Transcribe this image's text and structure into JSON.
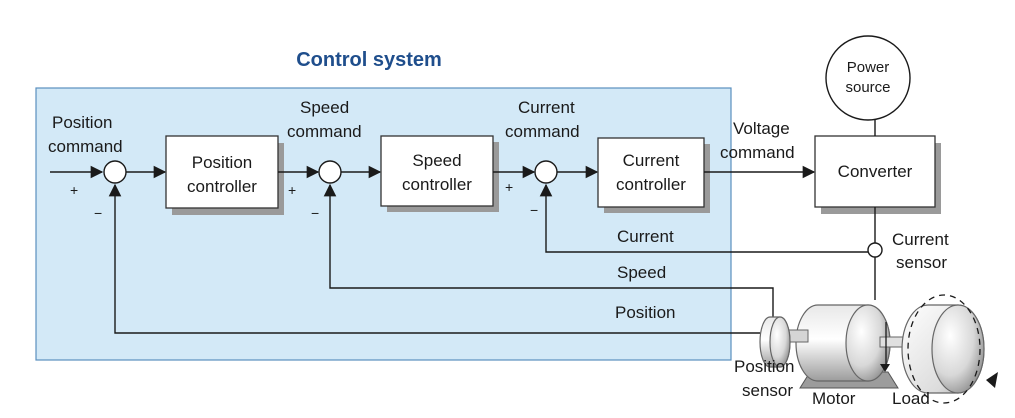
{
  "title": "Control system",
  "colors": {
    "panel_fill": "#d3e9f7",
    "panel_border": "#5a8fbf",
    "title": "#1f4e8c"
  },
  "labels": {
    "position_command": [
      "Position",
      "command"
    ],
    "speed_command": [
      "Speed",
      "command"
    ],
    "current_command": [
      "Current",
      "command"
    ],
    "voltage_command": [
      "Voltage",
      "command"
    ],
    "current_feedback": "Current",
    "speed_feedback": "Speed",
    "position_feedback": "Position",
    "current_sensor": [
      "Current",
      "sensor"
    ],
    "position_sensor": [
      "Position",
      "sensor"
    ],
    "motor": "Motor",
    "load": "Load"
  },
  "blocks": {
    "position_controller": [
      "Position",
      "controller"
    ],
    "speed_controller": [
      "Speed",
      "controller"
    ],
    "current_controller": [
      "Current",
      "controller"
    ],
    "converter": "Converter",
    "power_source": [
      "Power",
      "source"
    ]
  },
  "signs": {
    "plus": "+",
    "minus": "−"
  }
}
